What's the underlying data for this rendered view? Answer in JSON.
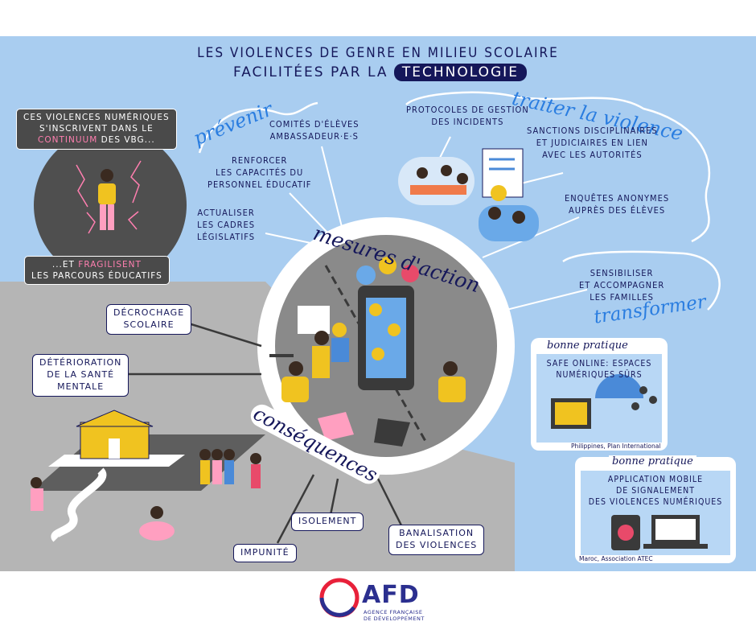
{
  "title": {
    "line1": "LES VIOLENCES DE GENRE EN MILIEU SCOLAIRE",
    "line2_prefix": "FACILITÉES PAR LA",
    "line2_highlight": "TECHNOLOGIE"
  },
  "center": {
    "top_arc": "mesures d'action",
    "bottom_arc": "conséquences"
  },
  "prevenir": {
    "heading": "prévenir",
    "items": [
      "COMITÉS D'ÉLÈVES\nAMBASSADEUR·E·S",
      "RENFORCER\nLES CAPACITÉS DU\nPERSONNEL ÉDUCATIF",
      "ACTUALISER\nLES CADRES\nLÉGISLATIFS"
    ]
  },
  "traiter": {
    "heading": "traiter la violence",
    "items": [
      "PROTOCOLES DE GESTION\nDES INCIDENTS",
      "SANCTIONS DISCIPLINAIRES\nET JUDICIAIRES EN LIEN\nAVEC LES AUTORITÉS",
      "ENQUÊTES ANONYMES\nAUPRÈS DES ÉLÈVES"
    ]
  },
  "transformer": {
    "heading": "transformer",
    "items": [
      "SENSIBILISER\nET ACCOMPAGNER\nLES FAMILLES"
    ]
  },
  "continuum": {
    "top_line1": "CES VIOLENCES NUMÉRIQUES",
    "top_line2": "S'INSCRIVENT DANS LE",
    "top_highlight": "CONTINUUM",
    "top_line3_suffix": "DES VBG...",
    "bottom_prefix": "...ET",
    "bottom_highlight": "FRAGILISENT",
    "bottom_line2": "LES PARCOURS ÉDUCATIFS"
  },
  "consequences": {
    "decrochage": "DÉCROCHAGE\nSCOLAIRE",
    "sante": "DÉTÉRIORATION\nDE LA SANTÉ\nMENTALE",
    "impunite": "IMPUNITÉ",
    "isolement": "ISOLEMENT",
    "banalisation": "BANALISATION\nDES VIOLENCES"
  },
  "bonne_pratique_1": {
    "heading": "bonne pratique",
    "text": "SAFE ONLINE: ESPACES\nNUMÉRIQUES SÛRS",
    "source": "Philippines, Plan International"
  },
  "bonne_pratique_2": {
    "heading": "bonne pratique",
    "text": "APPLICATION MOBILE\nDE SIGNALEMENT\nDES VIOLENCES NUMÉRIQUES",
    "source": "Maroc, Association ATEC"
  },
  "logo": {
    "name": "AFD",
    "subtitle_line1": "AGENCE FRANÇAISE",
    "subtitle_line2": "DE DÉVELOPPEMENT"
  },
  "colors": {
    "sky": "#a9cdf0",
    "grey": "#b5b5b5",
    "navy": "#15175a",
    "blue_script": "#2a7de0",
    "pink": "#ff7fb0",
    "dark_grey": "#4a4a4a"
  }
}
